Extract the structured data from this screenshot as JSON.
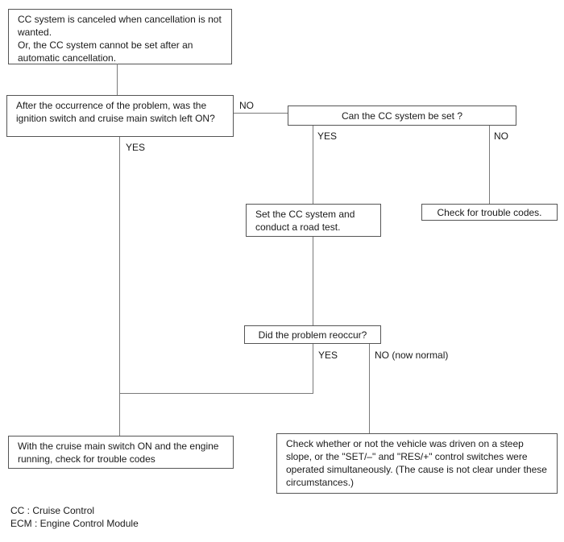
{
  "colors": {
    "background": "#ffffff",
    "box_border": "#555555",
    "connector_line": "#7a7a7a",
    "text": "#1a1a1a"
  },
  "flowchart": {
    "nodes": {
      "problem_description": {
        "text": "CC system is canceled when cancellation is not wanted.\nOr, the CC system cannot be set after an automatic cancellation."
      },
      "ignition_question": {
        "text": "After the occurrence of the problem, was the ignition switch and cruise main switch left ON?"
      },
      "can_set_question": {
        "text": "Can the CC system be set ?"
      },
      "road_test": {
        "text": "Set the CC system and conduct a road test."
      },
      "check_trouble_codes": {
        "text": "Check for trouble codes."
      },
      "reoccur_question": {
        "text": "Did the problem reoccur?"
      },
      "main_switch_check": {
        "text": "With the cruise main switch ON and the engine running, check for trouble codes"
      },
      "steep_slope_check": {
        "text": "Check whether or not the vehicle was driven on a steep slope, or the \"SET/–\" and \"RES/+\" control switches were operated simultaneously. (The cause is not clear under these circumstances.)"
      }
    },
    "branch_labels": {
      "no_to_can_set": "NO",
      "yes_to_main_switch": "YES",
      "yes_to_road_test": "YES",
      "no_to_trouble_codes": "NO",
      "yes_reoccur": "YES",
      "no_now_normal": "NO (now normal)"
    },
    "legend": {
      "cc": "CC : Cruise Control",
      "ecm": "ECM : Engine Control Module"
    }
  }
}
